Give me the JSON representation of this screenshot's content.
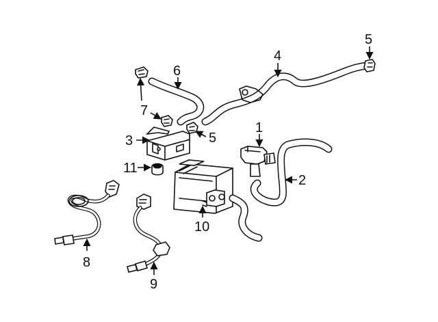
{
  "callouts": {
    "c1": "1",
    "c2": "2",
    "c3": "3",
    "c4": "4",
    "c5a": "5",
    "c5b": "5",
    "c6": "6",
    "c7": "7",
    "c8": "8",
    "c9": "9",
    "c10": "10",
    "c11": "11"
  },
  "colors": {
    "line": "#111111",
    "background": "#ffffff"
  }
}
